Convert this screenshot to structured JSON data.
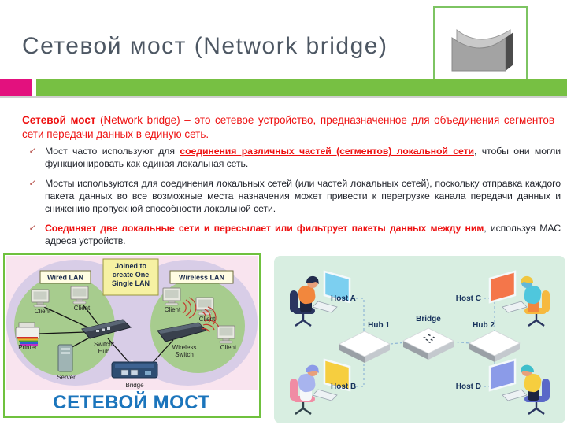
{
  "slide": {
    "title": "Сетевой мост (Network bridge)",
    "intro": {
      "term": "Сетевой мост",
      "term_en": " (Network bridge)",
      "rest": " – это сетевое устройство, предназначенное для объединения сегментов сети передачи данных в единую сеть."
    },
    "bullets": {
      "marker": "✓",
      "items": [
        {
          "pre": "Мост часто используют для ",
          "highlight": "соединения различных частей (сегментов) локальной сети",
          "post": ", чтобы они могли функционировать как единая локальная сеть."
        },
        {
          "pre": "Мосты используются для соединения локальных сетей (или частей локальных сетей), поскольку отправка каждого пакета данных во все возможные места назначения может привести к перегрузке канала передачи данных и снижению пропускной способности локальной сети.",
          "highlight": "",
          "post": ""
        },
        {
          "pre": "",
          "highlight": "Соединяет две локальные сети и пересылает или фильтрует пакеты данных между ним",
          "post": ", используя МАС адреса устройств."
        }
      ]
    }
  },
  "left_diagram": {
    "wired_lan": "Wired LAN",
    "wireless_lan": "Wireless LAN",
    "joined_1": "Joined to",
    "joined_2": "create One",
    "joined_3": "Single LAN",
    "client": "Client",
    "printer": "Printer",
    "server": "Server",
    "switch_1": "Switch/",
    "switch_2": "Hub",
    "wswitch_1": "Wireless",
    "wswitch_2": "Switch",
    "bridge": "Bridge",
    "caption": "СЕТЕВОЙ МОСТ"
  },
  "right_diagram": {
    "host_a": "Host A",
    "host_b": "Host B",
    "host_c": "Host C",
    "host_d": "Host D",
    "hub_1": "Hub 1",
    "hub_2": "Hub 2",
    "bridge": "Bridge"
  },
  "colors": {
    "accent_pink": "#e3117e",
    "accent_green": "#77c043",
    "text_red": "#ee1111",
    "title_gray": "#4d5763",
    "caption_blue": "#1b75bc",
    "mint_bg": "#d8eee1",
    "navy_label": "#17325c"
  }
}
